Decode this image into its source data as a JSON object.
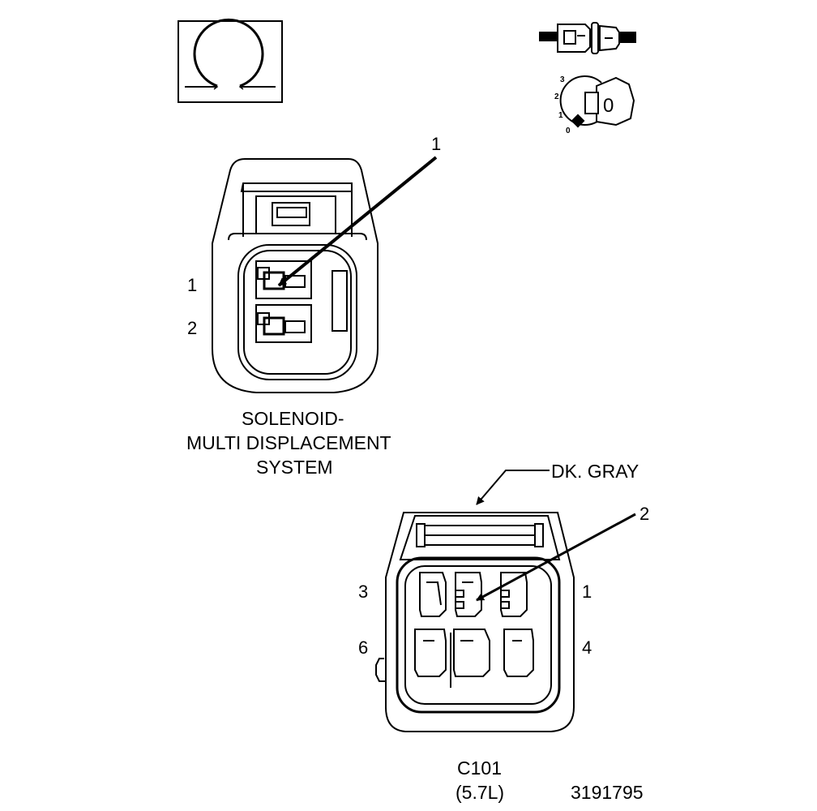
{
  "dial_marks": [
    "3",
    "2",
    "1",
    "0"
  ],
  "key_symbol": "0",
  "connector_1": {
    "callout": "1",
    "pins": [
      "1",
      "2"
    ],
    "caption": [
      "SOLENOID-",
      "MULTI DISPLACEMENT",
      "SYSTEM"
    ]
  },
  "connector_2": {
    "color_label": "DK. GRAY",
    "callout": "2",
    "pins": [
      "3",
      "1",
      "6",
      "4"
    ],
    "caption": [
      "C101",
      "(5.7L)"
    ]
  },
  "figure_number": "3191795"
}
